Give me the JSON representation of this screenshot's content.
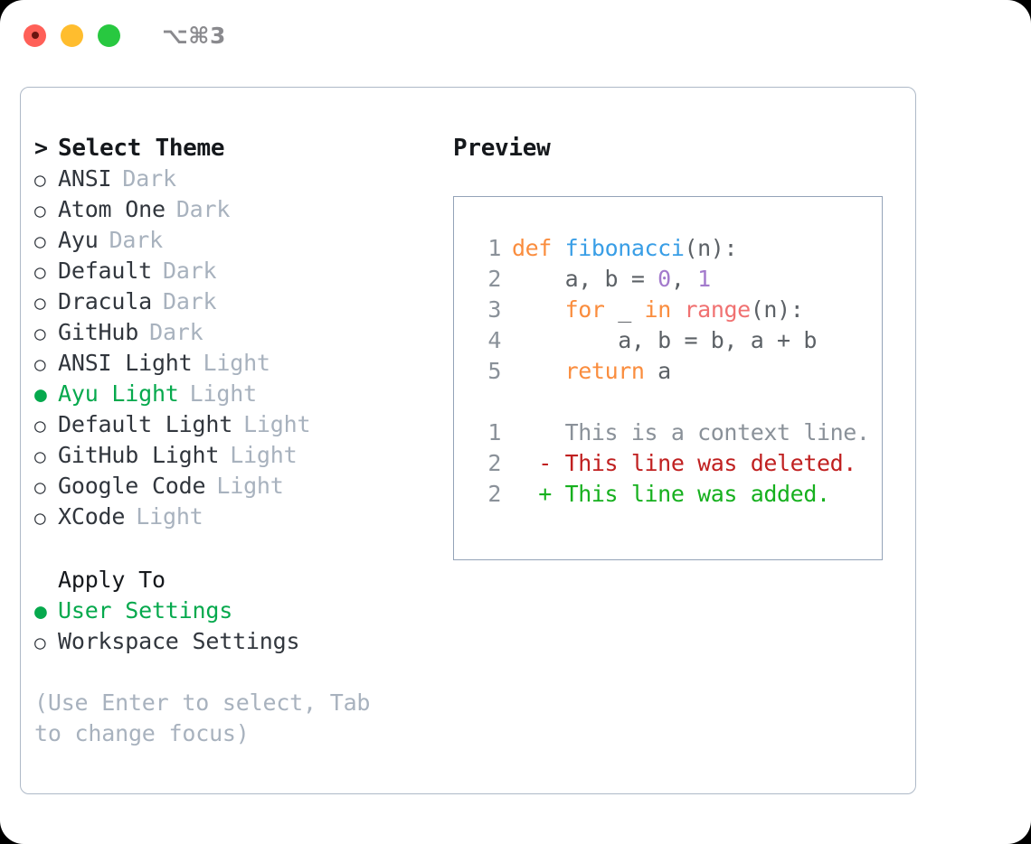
{
  "titlebar": {
    "shortcut": "⌥⌘3",
    "buttons": [
      {
        "name": "close",
        "color": "#FF6058"
      },
      {
        "name": "minimize",
        "color": "#FFBD2E"
      },
      {
        "name": "maximize",
        "color": "#28C840"
      }
    ]
  },
  "theme_picker": {
    "heading": "Select Theme",
    "caret": ">",
    "bullet_unselected": "○",
    "bullet_selected": "●",
    "items": [
      {
        "label": "ANSI",
        "tag": "Dark",
        "selected": false
      },
      {
        "label": "Atom One",
        "tag": "Dark",
        "selected": false
      },
      {
        "label": "Ayu",
        "tag": "Dark",
        "selected": false
      },
      {
        "label": "Default",
        "tag": "Dark",
        "selected": false
      },
      {
        "label": "Dracula",
        "tag": "Dark",
        "selected": false
      },
      {
        "label": "GitHub",
        "tag": "Dark",
        "selected": false
      },
      {
        "label": "ANSI Light",
        "tag": "Light",
        "selected": false
      },
      {
        "label": "Ayu Light",
        "tag": "Light",
        "selected": true
      },
      {
        "label": "Default Light",
        "tag": "Light",
        "selected": false
      },
      {
        "label": "GitHub Light",
        "tag": "Light",
        "selected": false
      },
      {
        "label": "Google Code",
        "tag": "Light",
        "selected": false
      },
      {
        "label": "XCode",
        "tag": "Light",
        "selected": false
      }
    ]
  },
  "apply_to": {
    "heading": "Apply To",
    "options": [
      {
        "label": "User Settings",
        "selected": true
      },
      {
        "label": "Workspace Settings",
        "selected": false
      }
    ]
  },
  "hint": "(Use Enter to select, Tab to change focus)",
  "preview": {
    "heading": "Preview",
    "code": [
      {
        "num": "1",
        "tokens": [
          {
            "t": "def ",
            "c": "kw"
          },
          {
            "t": "fibonacci",
            "c": "fn"
          },
          {
            "t": "(n):",
            "c": "punc"
          }
        ]
      },
      {
        "num": "2",
        "tokens": [
          {
            "t": "    a, b = ",
            "c": "txt"
          },
          {
            "t": "0",
            "c": "num"
          },
          {
            "t": ", ",
            "c": "txt"
          },
          {
            "t": "1",
            "c": "num"
          }
        ]
      },
      {
        "num": "3",
        "tokens": [
          {
            "t": "    ",
            "c": "txt"
          },
          {
            "t": "for",
            "c": "kw"
          },
          {
            "t": " _ ",
            "c": "txt"
          },
          {
            "t": "in",
            "c": "kw"
          },
          {
            "t": " ",
            "c": "txt"
          },
          {
            "t": "range",
            "c": "call"
          },
          {
            "t": "(n):",
            "c": "punc"
          }
        ]
      },
      {
        "num": "4",
        "tokens": [
          {
            "t": "        a, b = b, a + b",
            "c": "txt"
          }
        ]
      },
      {
        "num": "5",
        "tokens": [
          {
            "t": "    ",
            "c": "txt"
          },
          {
            "t": "return",
            "c": "kw"
          },
          {
            "t": " a",
            "c": "txt"
          }
        ]
      }
    ],
    "diff": [
      {
        "num": "1",
        "marker": " ",
        "text": "This is a context line.",
        "kind": "ctx"
      },
      {
        "num": "2",
        "marker": "-",
        "text": "This line was deleted.",
        "kind": "del"
      },
      {
        "num": "2",
        "marker": "+",
        "text": "This line was added.",
        "kind": "add"
      }
    ]
  },
  "colors": {
    "accent_green": "#06A94D",
    "keyword_orange": "#FA8D3E",
    "function_blue": "#399EE6",
    "number_purple": "#A37ACC",
    "call_red": "#F07171",
    "muted_gray": "#A8B2BE",
    "line_number": "#8A9199",
    "border": "#AEB9C7",
    "preview_border": "#94A3B8",
    "diff_deleted": "#C02020",
    "diff_added": "#16B01E"
  }
}
